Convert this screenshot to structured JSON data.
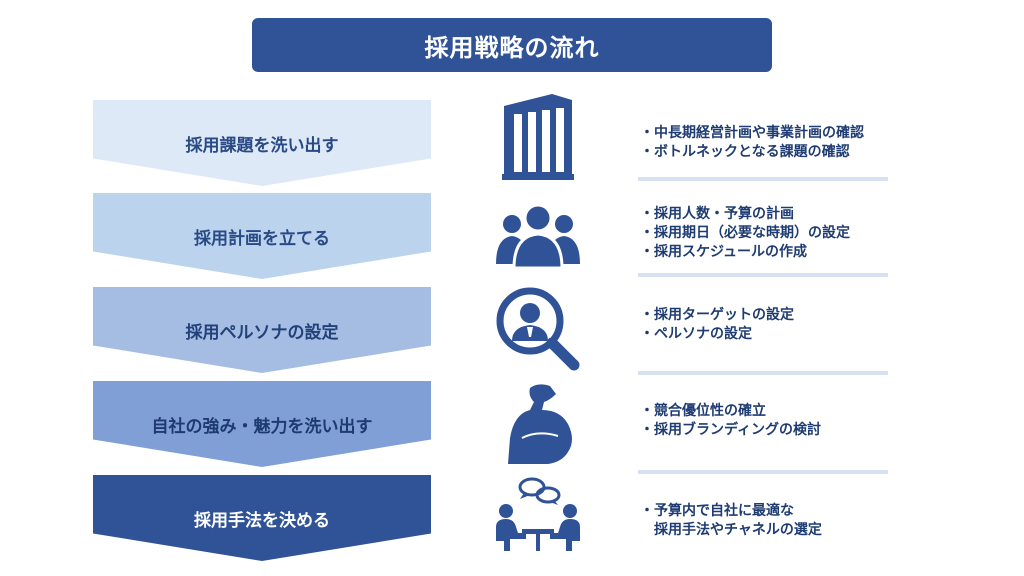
{
  "title": "採用戦略の流れ",
  "colors": {
    "primary": "#2f5396",
    "step_1": "#dde9f6",
    "step_2": "#bcd3ee",
    "step_3": "#a6bde3",
    "step_4": "#7f9fd6",
    "step_5": "#2f5396",
    "divider": "#d6e1f1"
  },
  "steps": [
    {
      "label": "採用課題を洗い出す",
      "icon": "building-icon",
      "lines": [
        "・中長期経営計画や事業計画の確認",
        "・ボトルネックとなる課題の確認"
      ]
    },
    {
      "label": "採用計画を立てる",
      "icon": "people-group-icon",
      "lines": [
        "・採用人数・予算の計画",
        "・採用期日（必要な時期）の設定",
        "・採用スケジュールの作成"
      ]
    },
    {
      "label": "採用ペルソナの設定",
      "icon": "magnifier-person-icon",
      "lines": [
        "・採用ターゲットの設定",
        "・ペルソナの設定"
      ]
    },
    {
      "label": "自社の強み・魅力を洗い出す",
      "icon": "flexed-arm-icon",
      "lines": [
        "・競合優位性の確立",
        "・採用ブランディングの検討"
      ]
    },
    {
      "label": "採用手法を決める",
      "icon": "meeting-icon",
      "lines": [
        "・予算内で自社に最適な",
        "　採用手法やチャネルの選定"
      ]
    }
  ]
}
